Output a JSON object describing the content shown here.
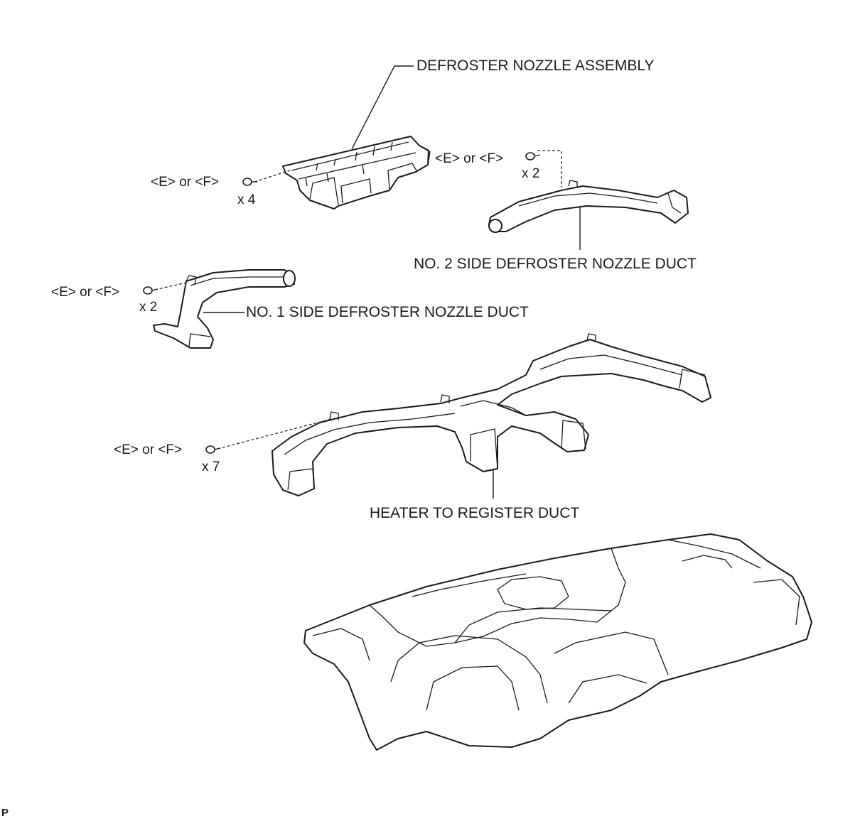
{
  "labels": {
    "defroster_nozzle_assembly": "DEFROSTER NOZZLE ASSEMBLY",
    "no2_side_defroster_nozzle_duct": "NO. 2 SIDE DEFROSTER NOZZLE DUCT",
    "no1_side_defroster_nozzle_duct": "NO. 1 SIDE DEFROSTER NOZZLE DUCT",
    "heater_to_register_duct": "HEATER TO REGISTER DUCT"
  },
  "fasteners": [
    {
      "id": "defroster-nozzle",
      "type": "<E> or <F>",
      "qty": "x 4"
    },
    {
      "id": "no2-side",
      "type": "<E> or <F>",
      "qty": "x 2"
    },
    {
      "id": "no1-side",
      "type": "<E> or <F>",
      "qty": "x 2"
    },
    {
      "id": "heater-register",
      "type": "<E> or <F>",
      "qty": "x 7"
    }
  ],
  "corner_mark": "P",
  "icons": [
    "clip-icon"
  ]
}
